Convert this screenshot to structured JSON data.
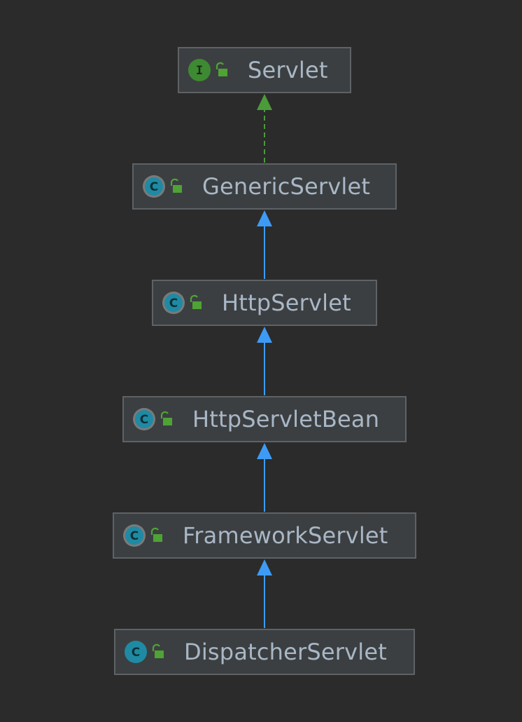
{
  "diagram": {
    "nodes": [
      {
        "id": "servlet",
        "label": "Servlet",
        "kind": "interface"
      },
      {
        "id": "generic-servlet",
        "label": "GenericServlet",
        "kind": "abstract-class"
      },
      {
        "id": "http-servlet",
        "label": "HttpServlet",
        "kind": "abstract-class"
      },
      {
        "id": "http-servlet-bean",
        "label": "HttpServletBean",
        "kind": "abstract-class"
      },
      {
        "id": "framework-servlet",
        "label": "FrameworkServlet",
        "kind": "abstract-class"
      },
      {
        "id": "dispatcher-servlet",
        "label": "DispatcherServlet",
        "kind": "class"
      }
    ],
    "edges": [
      {
        "from": "generic-servlet",
        "to": "servlet",
        "type": "implements"
      },
      {
        "from": "http-servlet",
        "to": "generic-servlet",
        "type": "extends"
      },
      {
        "from": "http-servlet-bean",
        "to": "http-servlet",
        "type": "extends"
      },
      {
        "from": "framework-servlet",
        "to": "http-servlet-bean",
        "type": "extends"
      },
      {
        "from": "dispatcher-servlet",
        "to": "framework-servlet",
        "type": "extends"
      }
    ]
  },
  "colors": {
    "background": "#2b2b2b",
    "node_fill": "#3c3f41",
    "node_border": "#5e6265",
    "label": "#a9b7c6",
    "interface_icon": "#3d8a32",
    "class_icon": "#1f8aa3",
    "lock_icon": "#4ea335",
    "extends_edge": "#3d9bf6",
    "implements_edge": "#4b9b3a"
  },
  "icons": {
    "interface": "interface-icon",
    "abstract-class": "abstract-class-icon",
    "class": "class-icon",
    "visibility": "public-lock-icon"
  }
}
